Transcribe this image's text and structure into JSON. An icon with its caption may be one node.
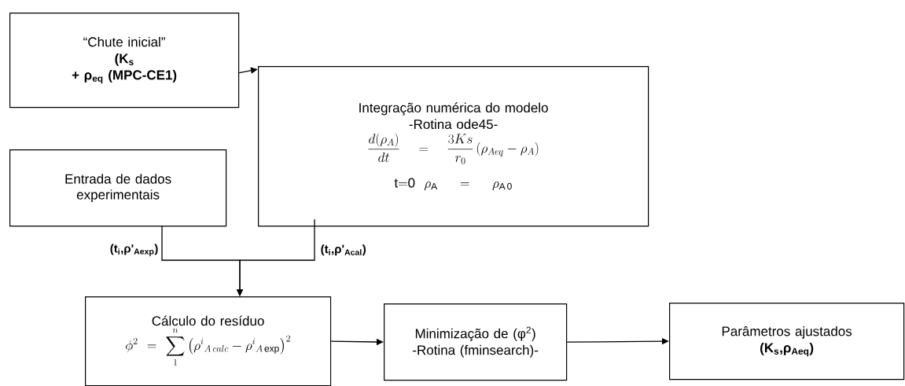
{
  "diagram": {
    "nodes": [
      {
        "text": [
          "“Chute  inicial”",
          "(K$_{s}$",
          "+ ρ$_{eq}$ (MPC-CE1)"
        ]
      },
      {
        "text": [
          "Integração numérica do modelo",
          "-Rotina ode45-",
          "\\displaystyle\\frac{d(\\rho_A)}{dt}=\\frac{3Ks}{r_0}\\left(\\rho_{Aeq}-\\rho_A\\right)",
          "\\mathrm{t{=}0}\\ \\ \\rho_{\\mathrm{A}}=\\rho_{\\mathrm{A\\,0}}"
        ]
      },
      {
        "text": [
          "Entrada de dados experimentais"
        ]
      },
      {
        "text": [
          "Cálculo do resíduo",
          "\\displaystyle\\phi^2=\\sum_1^n\\left(\\rho^i{}_{A\\,calc}-\\rho^i{}_{A\\exp}\\right)^2"
        ]
      },
      {
        "text": [
          "Minimização de (φ$^{2}$)",
          "-Rotina (fminsearch)-"
        ]
      },
      {
        "text": [
          "Parâmetros ajustados",
          "(K$_{s}$,ρ$_{Aeq}$)"
        ]
      }
    ],
    "edges": [
      {
        "from": 0,
        "to": 1,
        "arrow": "to"
      },
      {
        "from": 2,
        "to": 3,
        "arrow": "to",
        "label": "(t$_{i}$,ρ'$_{Aexp}$)"
      },
      {
        "from": 1,
        "to": 3,
        "arrow": "to",
        "label": "(t$_{i}$,ρ'$_{Acal}$)"
      },
      {
        "from": 3,
        "to": 4,
        "arrow": "to"
      },
      {
        "from": 4,
        "to": 5,
        "arrow": "to"
      }
    ]
  }
}
